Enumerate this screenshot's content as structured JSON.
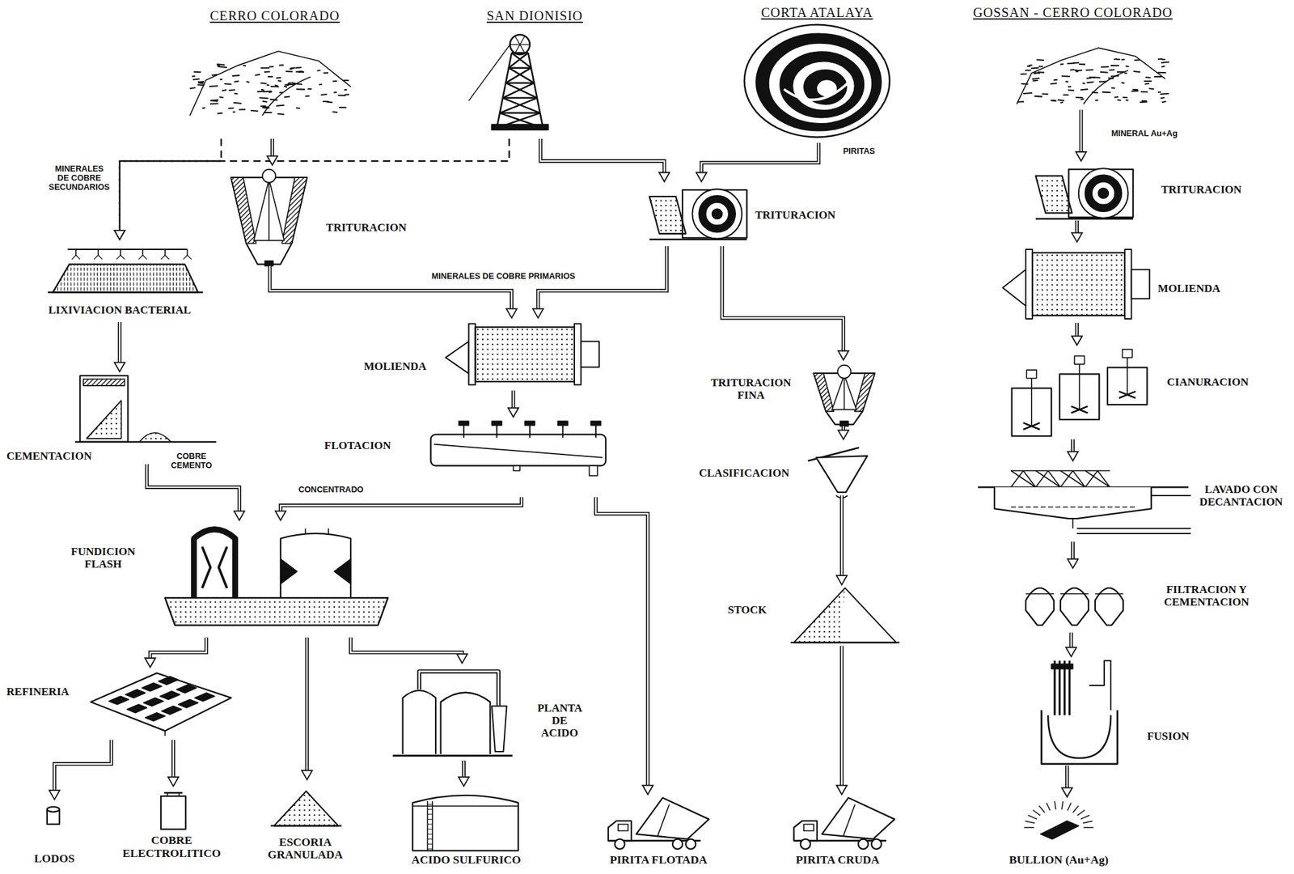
{
  "diagram": {
    "nodes": [
      {
        "text": [
          "CERRO COLORADO"
        ]
      },
      {
        "text": [
          "SAN DIONISIO"
        ]
      },
      {
        "text": [
          "CORTA ATALAYA"
        ]
      },
      {
        "text": [
          "GOSSAN - CERRO COLORADO"
        ]
      },
      {
        "text": [
          "LIXIVIACION BACTERIAL"
        ]
      },
      {
        "text": [
          "TRITURACION"
        ]
      },
      {
        "text": [
          "TRITURACION"
        ]
      },
      {
        "text": [
          "MOLIENDA"
        ]
      },
      {
        "text": [
          "CEMENTACION"
        ]
      },
      {
        "text": [
          "FLOTACION"
        ]
      },
      {
        "text": [
          "TRITURACION FINA"
        ]
      },
      {
        "text": [
          "CLASIFICACION"
        ]
      },
      {
        "text": [
          "FUNDICION FLASH"
        ]
      },
      {
        "text": [
          "STOCK"
        ]
      },
      {
        "text": [
          "REFINERIA"
        ]
      },
      {
        "text": [
          "PLANTA DE ACIDO"
        ]
      },
      {
        "text": [
          "LODOS"
        ]
      },
      {
        "text": [
          "COBRE ELECTROLITICO"
        ]
      },
      {
        "text": [
          "ESCORIA GRANULADA"
        ]
      },
      {
        "text": [
          "ACIDO SULFURICO"
        ]
      },
      {
        "text": [
          "PIRITA FLOTADA"
        ]
      },
      {
        "text": [
          "PIRITA CRUDA"
        ]
      },
      {
        "text": [
          "TRITURACION"
        ]
      },
      {
        "text": [
          "MOLIENDA"
        ]
      },
      {
        "text": [
          "CIANURACION"
        ]
      },
      {
        "text": [
          "LAVADO CON DECANTACION"
        ]
      },
      {
        "text": [
          "FILTRACION Y CEMENTACION"
        ]
      },
      {
        "text": [
          "FUSION"
        ]
      },
      {
        "text": [
          "BULLION (Au+Ag)"
        ]
      }
    ],
    "edges": [
      {
        "from": 0,
        "to": 4,
        "arrow": "to",
        "label": "MINERALES DE COBRE SECUNDARIOS"
      },
      {
        "from": 1,
        "to": 4,
        "arrow": "to"
      },
      {
        "from": 0,
        "to": 5,
        "arrow": "to"
      },
      {
        "from": 1,
        "to": 6,
        "arrow": "to"
      },
      {
        "from": 2,
        "to": 6,
        "arrow": "to",
        "label": "PIRITAS"
      },
      {
        "from": 4,
        "to": 8,
        "arrow": "to"
      },
      {
        "from": 5,
        "to": 7,
        "arrow": "to",
        "label": "MINERALES DE COBRE PRIMARIOS"
      },
      {
        "from": 6,
        "to": 7,
        "arrow": "to"
      },
      {
        "from": 6,
        "to": 10,
        "arrow": "to"
      },
      {
        "from": 7,
        "to": 9,
        "arrow": "to"
      },
      {
        "from": 8,
        "to": 12,
        "arrow": "to",
        "label": "COBRE CEMENTO"
      },
      {
        "from": 9,
        "to": 12,
        "arrow": "to",
        "label": "CONCENTRADO"
      },
      {
        "from": 9,
        "to": 20,
        "arrow": "to"
      },
      {
        "from": 10,
        "to": 11,
        "arrow": "to"
      },
      {
        "from": 11,
        "to": 13,
        "arrow": "to"
      },
      {
        "from": 13,
        "to": 21,
        "arrow": "to"
      },
      {
        "from": 12,
        "to": 14,
        "arrow": "to"
      },
      {
        "from": 12,
        "to": 18,
        "arrow": "to"
      },
      {
        "from": 12,
        "to": 15,
        "arrow": "to"
      },
      {
        "from": 14,
        "to": 16,
        "arrow": "to"
      },
      {
        "from": 14,
        "to": 17,
        "arrow": "to"
      },
      {
        "from": 15,
        "to": 19,
        "arrow": "to"
      },
      {
        "from": 3,
        "to": 22,
        "arrow": "to",
        "label": "MINERAL Au+Ag"
      },
      {
        "from": 22,
        "to": 23,
        "arrow": "to"
      },
      {
        "from": 23,
        "to": 24,
        "arrow": "to"
      },
      {
        "from": 24,
        "to": 25,
        "arrow": "to"
      },
      {
        "from": 25,
        "to": 26,
        "arrow": "to"
      },
      {
        "from": 26,
        "to": 27,
        "arrow": "to"
      },
      {
        "from": 27,
        "to": 28,
        "arrow": "to"
      }
    ]
  }
}
